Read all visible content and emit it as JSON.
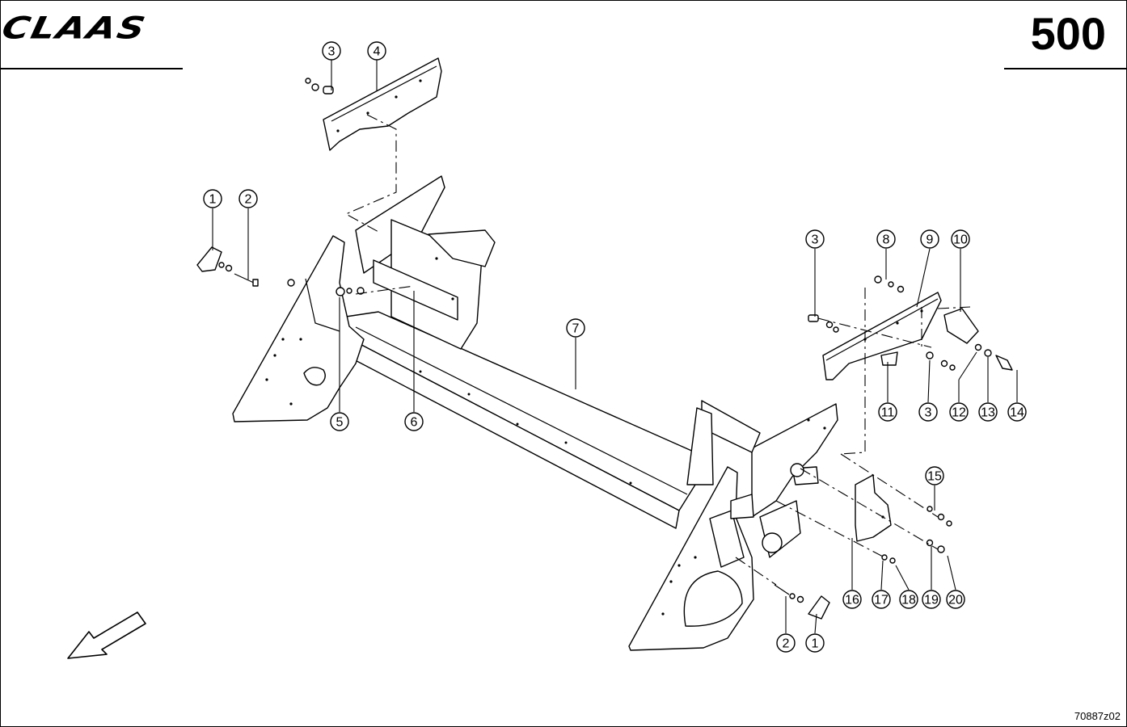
{
  "header": {
    "brand": "CLAAS",
    "page_number": "500"
  },
  "footer": {
    "drawing_code": "70887z02"
  },
  "callouts": [
    {
      "id": "c3a",
      "label": "3"
    },
    {
      "id": "c4",
      "label": "4"
    },
    {
      "id": "c1a",
      "label": "1"
    },
    {
      "id": "c2a",
      "label": "2"
    },
    {
      "id": "c5",
      "label": "5"
    },
    {
      "id": "c6",
      "label": "6"
    },
    {
      "id": "c7",
      "label": "7"
    },
    {
      "id": "c3b",
      "label": "3"
    },
    {
      "id": "c8",
      "label": "8"
    },
    {
      "id": "c9",
      "label": "9"
    },
    {
      "id": "c10",
      "label": "10"
    },
    {
      "id": "c11",
      "label": "11"
    },
    {
      "id": "c3c",
      "label": "3"
    },
    {
      "id": "c12",
      "label": "12"
    },
    {
      "id": "c13",
      "label": "13"
    },
    {
      "id": "c14",
      "label": "14"
    },
    {
      "id": "c15",
      "label": "15"
    },
    {
      "id": "c16",
      "label": "16"
    },
    {
      "id": "c17",
      "label": "17"
    },
    {
      "id": "c18",
      "label": "18"
    },
    {
      "id": "c19",
      "label": "19"
    },
    {
      "id": "c20",
      "label": "20"
    },
    {
      "id": "c2b",
      "label": "2"
    },
    {
      "id": "c1b",
      "label": "1"
    }
  ]
}
